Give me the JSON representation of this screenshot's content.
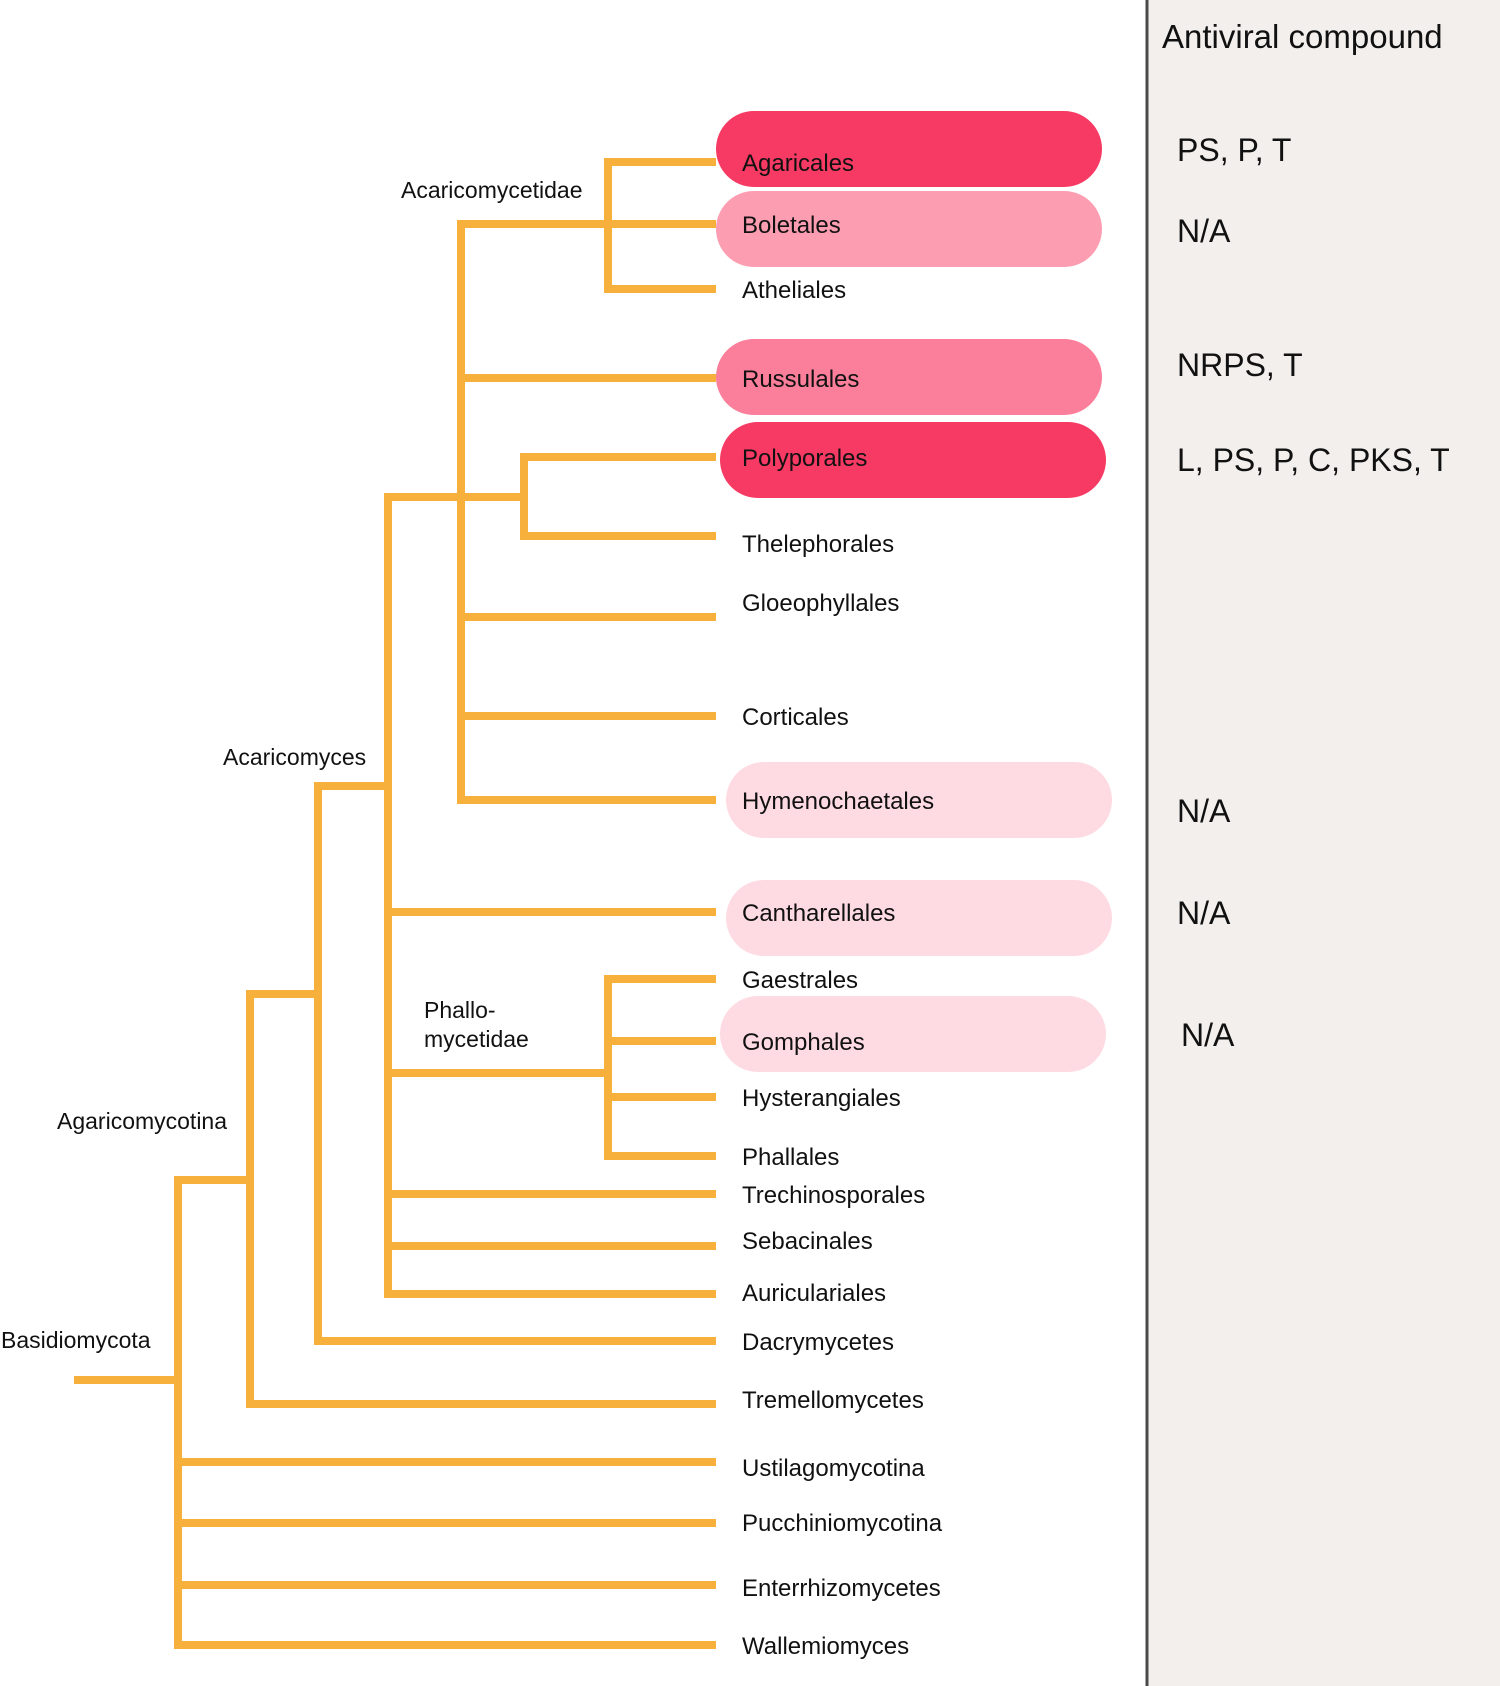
{
  "panel": {
    "header": "Antiviral compound",
    "background": "#f2efed",
    "divider_color": "#4a4a4a"
  },
  "colors": {
    "branch": "#f7b03b",
    "level_strong": "#f73a63",
    "level_medium": "#fb7e9a",
    "level_soft": "#fd9db1",
    "level_faint": "#fedbe3"
  },
  "clades": {
    "acaricomycetidae": "Acaricomycetidae",
    "acaricomyces": "Acaricomyces",
    "phallo_line1": "Phallo-",
    "phallo_line2": "mycetidae",
    "agaricomycotina": "Agaricomycotina",
    "basidiomycota": "Basidiomycota"
  },
  "taxa": [
    {
      "name": "Agaricales",
      "compound": "PS, P, T",
      "highlight": "level_strong"
    },
    {
      "name": "Boletales",
      "compound": "N/A",
      "highlight": "level_soft"
    },
    {
      "name": "Atheliales",
      "compound": "",
      "highlight": ""
    },
    {
      "name": "Russulales",
      "compound": "NRPS, T",
      "highlight": "level_medium"
    },
    {
      "name": "Polyporales",
      "compound": "L, PS, P, C, PKS, T",
      "highlight": "level_strong"
    },
    {
      "name": "Thelephorales",
      "compound": "",
      "highlight": ""
    },
    {
      "name": "Gloeophyllales",
      "compound": "",
      "highlight": ""
    },
    {
      "name": "Corticales",
      "compound": "",
      "highlight": ""
    },
    {
      "name": "Hymenochaetales",
      "compound": "N/A",
      "highlight": "level_faint"
    },
    {
      "name": "Cantharellales",
      "compound": "N/A",
      "highlight": "level_faint"
    },
    {
      "name": "Gaestrales",
      "compound": "",
      "highlight": ""
    },
    {
      "name": "Gomphales",
      "compound": "N/A",
      "highlight": "level_faint"
    },
    {
      "name": "Hysterangiales",
      "compound": "",
      "highlight": ""
    },
    {
      "name": "Phallales",
      "compound": "",
      "highlight": ""
    },
    {
      "name": "Trechinosporales",
      "compound": "",
      "highlight": ""
    },
    {
      "name": "Sebacinales",
      "compound": "",
      "highlight": ""
    },
    {
      "name": "Auriculariales",
      "compound": "",
      "highlight": ""
    },
    {
      "name": "Dacrymycetes",
      "compound": "",
      "highlight": ""
    },
    {
      "name": "Tremellomycetes",
      "compound": "",
      "highlight": ""
    },
    {
      "name": "Ustilagomycotina",
      "compound": "",
      "highlight": ""
    },
    {
      "name": "Pucchiniomycotina",
      "compound": "",
      "highlight": ""
    },
    {
      "name": "Enterrhizomycetes",
      "compound": "",
      "highlight": ""
    },
    {
      "name": "Wallemiomyces",
      "compound": "",
      "highlight": ""
    }
  ]
}
